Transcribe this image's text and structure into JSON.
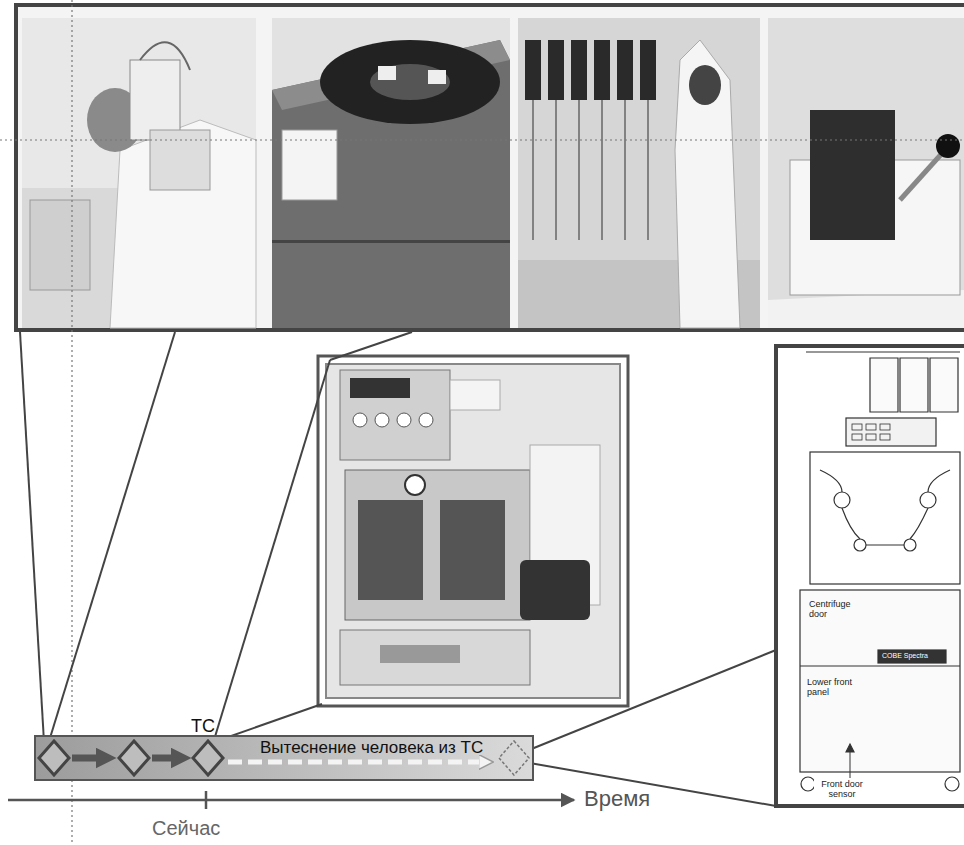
{
  "diagram": {
    "nodes": [
      {
        "text": [
          "ТС",
          "Вытеснение человека из ТС"
        ]
      }
    ],
    "labels": [
      "Время",
      "Сейчас",
      "Centrifuge door",
      "Lower front panel",
      "Front door sensor",
      "COBE Spectra"
    ]
  }
}
